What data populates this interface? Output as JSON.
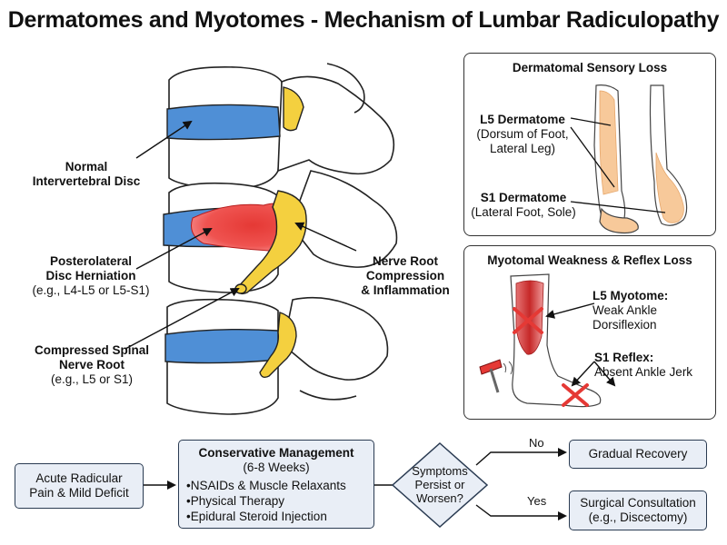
{
  "title": "Dermatomes and Myotomes - Mechanism of Lumbar Radiculopathy",
  "spine": {
    "labels": {
      "normal_disc": {
        "line1": "Normal",
        "line2": "Intervertebral Disc"
      },
      "herniation": {
        "line1": "Posterolateral",
        "line2": "Disc Herniation",
        "example": "(e.g., L4-L5 or L5-S1)"
      },
      "nerve_root": {
        "line1": "Compressed Spinal",
        "line2": "Nerve Root",
        "example": "(e.g., L5 or S1)"
      },
      "compression": {
        "line1": "Nerve Root",
        "line2": "Compression",
        "line3": "& Inflammation"
      }
    },
    "colors": {
      "disc": "#4f8fd6",
      "herniation": "#e53935",
      "nerve": "#f4d03f",
      "bone": "#ffffff"
    }
  },
  "dermatomal_panel": {
    "title": "Dermatomal Sensory Loss",
    "l5": {
      "name": "L5 Dermatome",
      "desc1": "(Dorsum of Foot,",
      "desc2": "Lateral Leg)"
    },
    "s1": {
      "name": "S1 Dermatome",
      "desc": "(Lateral Foot, Sole)"
    },
    "shade_color": "#f7c99a"
  },
  "myotomal_panel": {
    "title": "Myotomal Weakness & Reflex Loss",
    "l5": {
      "name": "L5 Myotome:",
      "desc1": "Weak Ankle",
      "desc2": "Dorsiflexion"
    },
    "s1": {
      "name": "S1 Reflex:",
      "desc": "Absent Ankle Jerk"
    },
    "cross_color": "#e53935"
  },
  "flowchart": {
    "start": {
      "line1": "Acute Radicular",
      "line2": "Pain & Mild Deficit"
    },
    "conservative": {
      "title": "Conservative Management",
      "subtitle": "(6-8 Weeks)",
      "items": [
        "NSAIDs & Muscle Relaxants",
        "Physical Therapy",
        "Epidural Steroid Injection"
      ]
    },
    "decision": {
      "line1": "Symptoms",
      "line2": "Persist or",
      "line3": "Worsen?"
    },
    "no_label": "No",
    "yes_label": "Yes",
    "recovery": "Gradual Recovery",
    "surgery": {
      "line1": "Surgical Consultation",
      "line2": "(e.g., Discectomy)"
    }
  }
}
